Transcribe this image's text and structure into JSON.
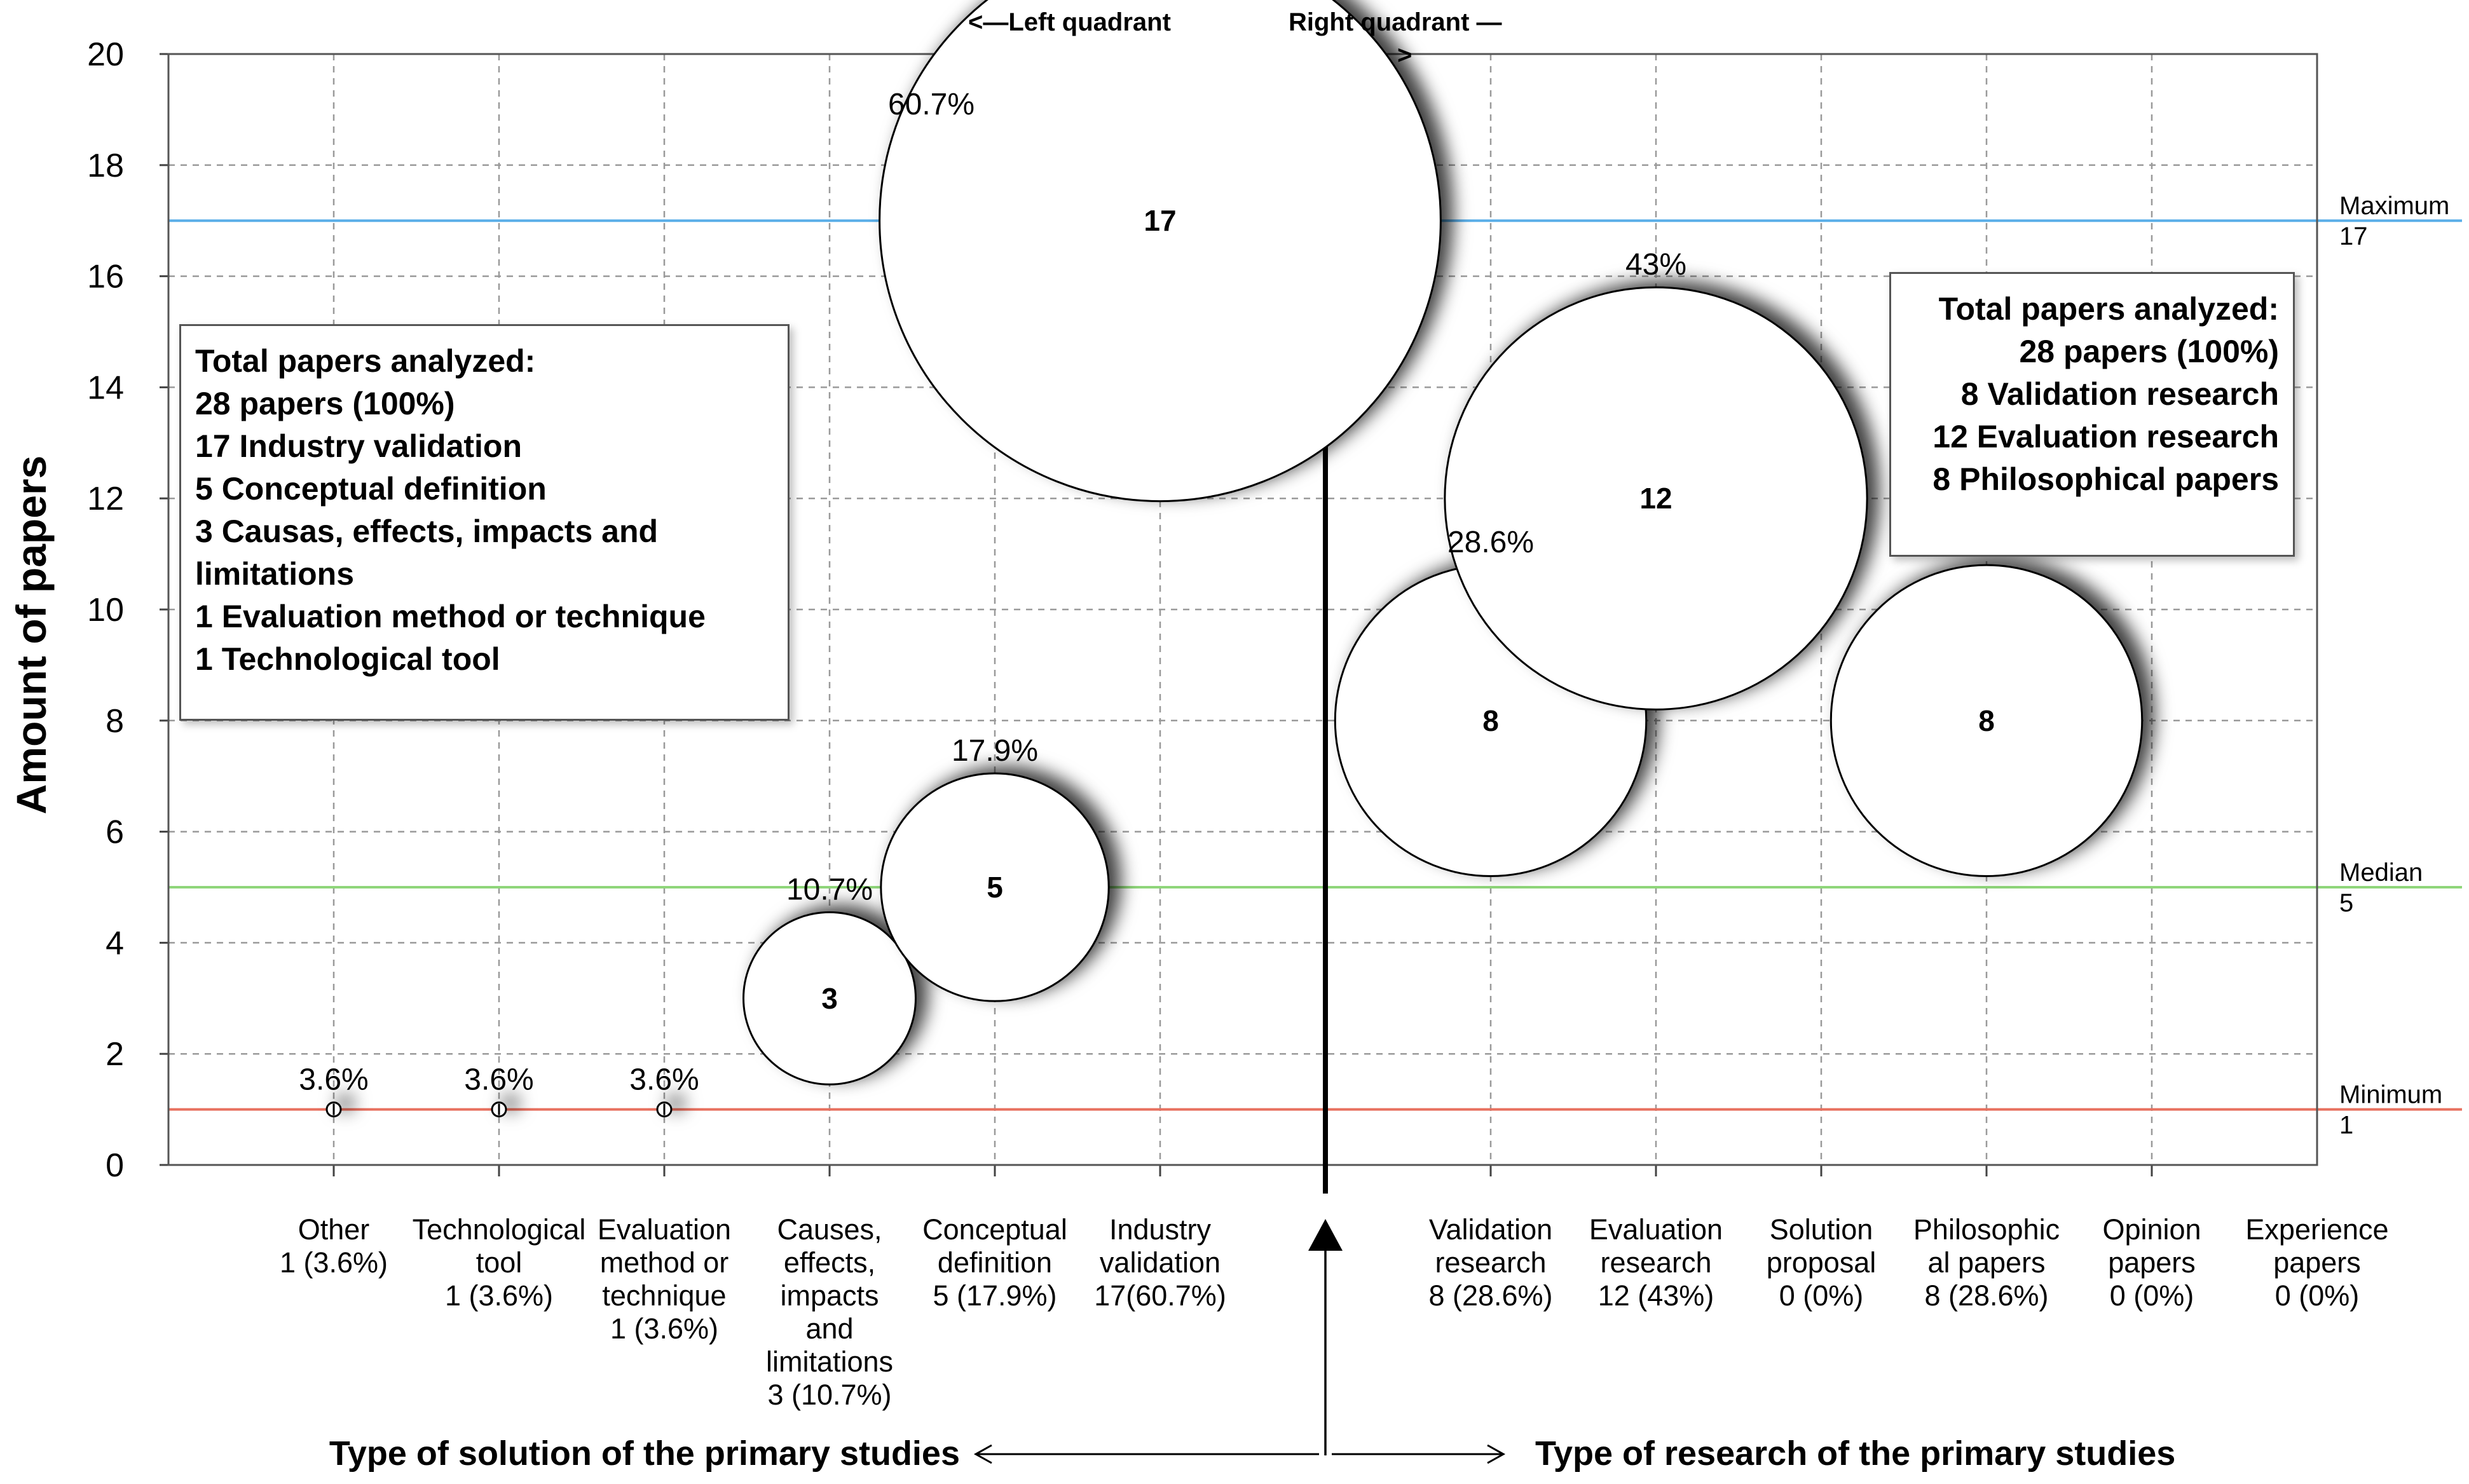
{
  "chart_data": {
    "type": "bubble",
    "ylabel": "Amount of papers",
    "ylim": [
      0,
      20
    ],
    "yticks": [
      "0",
      "2",
      "4",
      "6",
      "8",
      "10",
      "12",
      "14",
      "16",
      "18",
      "20"
    ],
    "grid": true,
    "quadrant_labels": {
      "left": "<—Left quadrant",
      "right": "Right quadrant —",
      "right_arrow": ">"
    },
    "axis_titles": {
      "left": "Type of solution of the primary studies",
      "right": "Type of research of the primary studies"
    },
    "categories": [
      {
        "label": "Other\n1 (3.6%)",
        "value": 1,
        "percent": "3.6%",
        "quadrant": "left"
      },
      {
        "label": "Technological\ntool\n1 (3.6%)",
        "value": 1,
        "percent": "3.6%",
        "quadrant": "left"
      },
      {
        "label": "Evaluation\nmethod or\ntechnique\n1 (3.6%)",
        "value": 1,
        "percent": "3.6%",
        "quadrant": "left"
      },
      {
        "label": "Causes,\neffects,\nimpacts\nand\nlimitations\n3 (10.7%)",
        "value": 3,
        "percent": "10.7%",
        "quadrant": "left"
      },
      {
        "label": "Conceptual\ndefinition\n5 (17.9%)",
        "value": 5,
        "percent": "17.9%",
        "quadrant": "left"
      },
      {
        "label": "Industry\nvalidation\n17(60.7%)",
        "value": 17,
        "percent": "60.7%",
        "quadrant": "left"
      },
      {
        "label": "",
        "value": null,
        "percent": "",
        "quadrant": "divider"
      },
      {
        "label": "Validation\nresearch\n8 (28.6%)",
        "value": 8,
        "percent": "28.6%",
        "quadrant": "right"
      },
      {
        "label": "Evaluation\nresearch\n12 (43%)",
        "value": 12,
        "percent": "43%",
        "quadrant": "right"
      },
      {
        "label": "Solution\nproposal\n0 (0%)",
        "value": 0,
        "percent": "",
        "quadrant": "right"
      },
      {
        "label": "Philosophic\nal papers\n8 (28.6%)",
        "value": 8,
        "percent": "28.6%",
        "quadrant": "right"
      },
      {
        "label": "Opinion\npapers\n0 (0%)",
        "value": 0,
        "percent": "",
        "quadrant": "right"
      },
      {
        "label": "Experience\npapers\n0 (0%)",
        "value": 0,
        "percent": "",
        "quadrant": "right"
      }
    ],
    "reference_lines": [
      {
        "name": "Maximum",
        "value": 17,
        "label": "Maximum\n17",
        "color": "#5aaee8"
      },
      {
        "name": "Median",
        "value": 5,
        "label": "Median\n5",
        "color": "#8fd67a"
      },
      {
        "name": "Minimum",
        "value": 1,
        "label": "Minimum\n1",
        "color": "#e8705f"
      }
    ]
  },
  "info_left": [
    "Total papers analyzed:",
    "28 papers (100%)",
    "17 Industry validation",
    "5 Conceptual definition",
    "3 Causas, effects, impacts and",
    "limitations",
    "1 Evaluation method or technique",
    "1 Technological tool"
  ],
  "info_right": [
    "Total papers analyzed:",
    "28 papers (100%)",
    "8 Validation research",
    "12 Evaluation research",
    "8 Philosophical papers"
  ]
}
